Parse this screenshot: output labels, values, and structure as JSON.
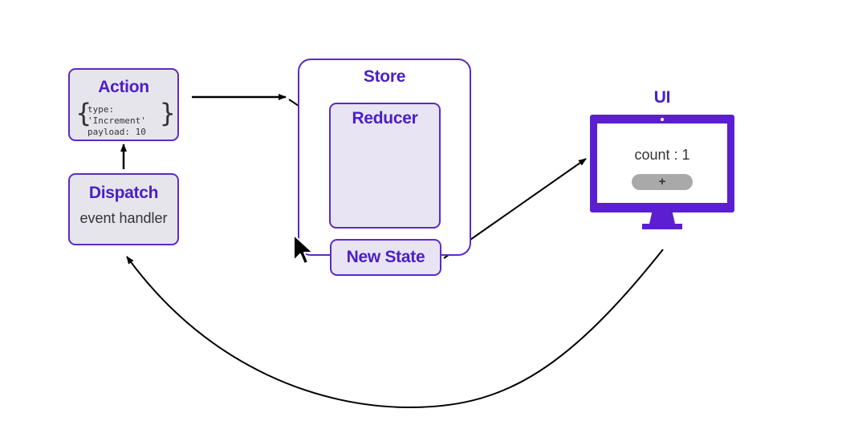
{
  "action": {
    "title": "Action",
    "payload_lines": [
      "type: 'Increment'",
      "payload: 10"
    ]
  },
  "dispatch": {
    "title": "Dispatch",
    "subtitle": "event handler"
  },
  "store": {
    "title": "Store",
    "reducer_title": "Reducer",
    "new_state_title": "New State"
  },
  "ui": {
    "label": "UI",
    "count_text": "count : 1",
    "plus_label": "+"
  },
  "colors": {
    "accent": "#5b1fd1",
    "box_fill": "#e7e5ec",
    "reducer_fill": "#e8e4f3",
    "arrow": "#000000"
  }
}
